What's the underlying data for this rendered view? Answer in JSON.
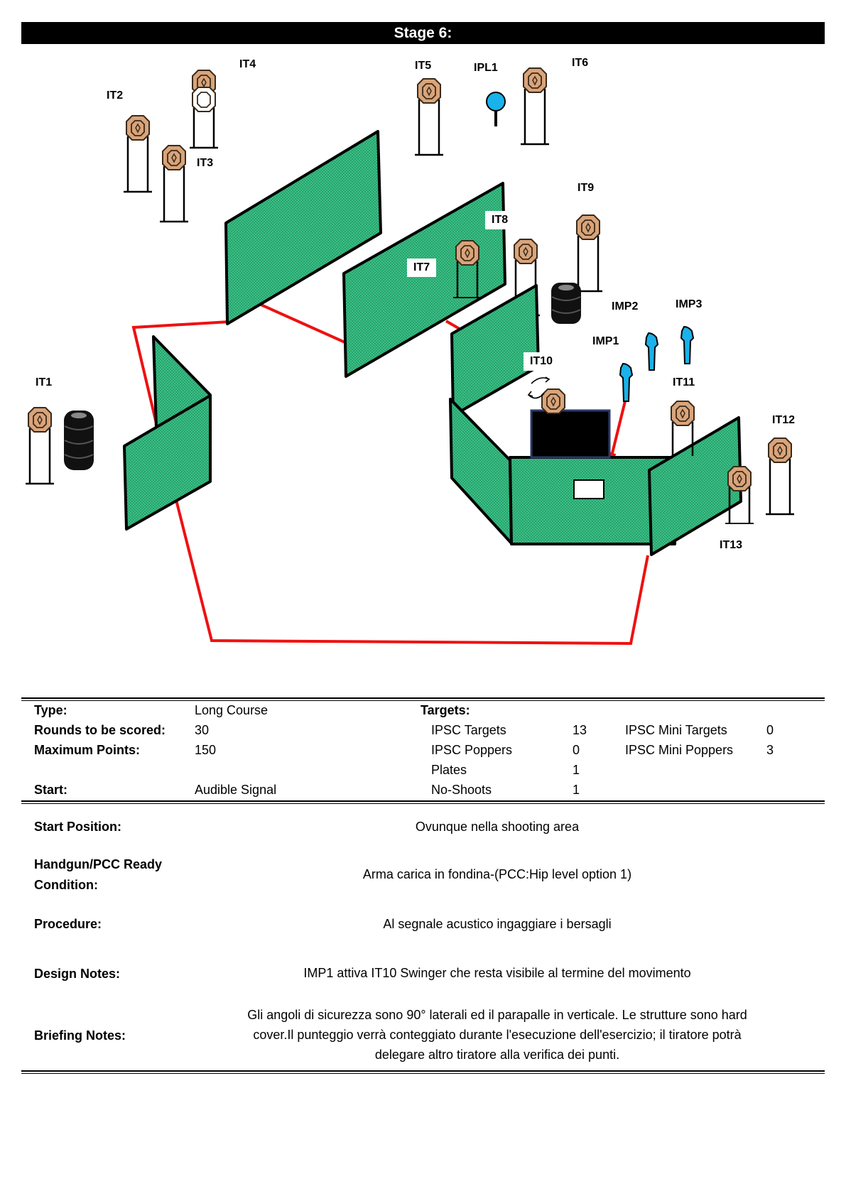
{
  "header": {
    "title": "Stage 6:"
  },
  "diagram": {
    "labels": {
      "it1": "IT1",
      "it2": "IT2",
      "it3": "IT3",
      "it4": "IT4",
      "it5": "IT5",
      "ipl1": "IPL1",
      "it6": "IT6",
      "it7": "IT7",
      "it8": "IT8",
      "it9": "IT9",
      "it10": "IT10",
      "it11": "IT11",
      "it12": "IT12",
      "it13": "IT13",
      "imp1": "IMP1",
      "imp2": "IMP2",
      "imp3": "IMP3"
    },
    "colors": {
      "wall": "#3CC48A",
      "fault_line": "#EE1111",
      "target": "#D9A47A",
      "popper": "#19B2EA",
      "barrel": "#111111"
    }
  },
  "info": {
    "type_label": "Type:",
    "type_value": "Long Course",
    "rounds_label": "Rounds to be scored:",
    "rounds_value": "30",
    "max_label": "Maximum Points:",
    "max_value": "150",
    "start_label": "Start:",
    "start_value": "Audible Signal",
    "targets_label": "Targets:",
    "targets": [
      {
        "name": "IPSC Targets",
        "count": "13"
      },
      {
        "name": "IPSC Poppers",
        "count": "0"
      },
      {
        "name": "Plates",
        "count": "1"
      },
      {
        "name": "No-Shoots",
        "count": "1"
      }
    ],
    "targets2": [
      {
        "name": "IPSC Mini Targets",
        "count": "0"
      },
      {
        "name": "IPSC Mini Poppers",
        "count": "3"
      }
    ]
  },
  "notes": {
    "start_position_label": "Start Position:",
    "start_position_value": "Ovunque nella shooting area",
    "ready_label_1": "Handgun/PCC Ready",
    "ready_label_2": "Condition:",
    "ready_value": "Arma carica in fondina-(PCC:Hip level option 1)",
    "procedure_label": "Procedure:",
    "procedure_value": "Al segnale acustico ingaggiare i bersagli",
    "design_label": "Design Notes:",
    "design_value": "IMP1 attiva IT10 Swinger che resta visibile al termine del movimento",
    "briefing_label": "Briefing Notes:",
    "briefing_1": "Gli angoli di sicurezza sono 90° laterali ed il parapalle in verticale. Le strutture sono hard",
    "briefing_2": "cover.Il punteggio verrà conteggiato durante l'esecuzione dell'esercizio; il tiratore potrà",
    "briefing_3": "delegare altro tiratore alla verifica  dei punti."
  }
}
